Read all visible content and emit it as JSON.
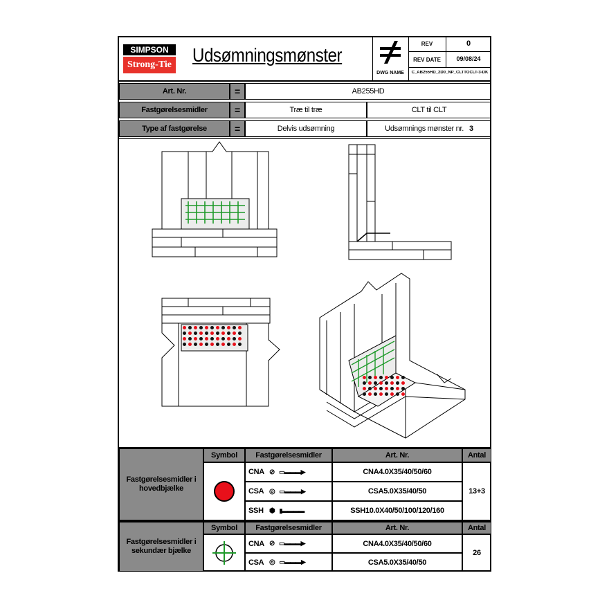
{
  "header": {
    "brand_top": "SIMPSON",
    "brand_bottom": "Strong-Tie",
    "title": "Udsømningsmønster",
    "rev_label": "REV",
    "rev_value": "0",
    "rev_date_label": "REV DATE",
    "rev_date_value": "09/08/24",
    "dwg_name_label": "DWG NAME",
    "dwg_name_value": "C_AB255HD_2D0_NP_CLTTOCLT-3-DK"
  },
  "info": {
    "art_nr_label": "Art. Nr.",
    "art_nr_value": "AB255HD",
    "fasteners_label": "Fastgørelsesmidler",
    "wood_to_wood": "Træ til træ",
    "clt_to_clt": "CLT til CLT",
    "type_label": "Type af fastgørelse",
    "partial_nailing": "Delvis udsømning",
    "pattern_label": "Udsømnings mønster nr.",
    "pattern_nr": "3",
    "eq": "="
  },
  "table": {
    "symbol_header": "Symbol",
    "fasteners_header": "Fastgørelsesmidler",
    "art_nr_header": "Art. Nr.",
    "count_header": "Antal",
    "main_beam_label": "Fastgørelsesmidler i hovedbjælke",
    "main_beam_rows": [
      {
        "code": "CNA",
        "art": "CNA4.0X35/40/50/60"
      },
      {
        "code": "CSA",
        "art": "CSA5.0X35/40/50"
      },
      {
        "code": "SSH",
        "art": "SSH10.0X40/50/100/120/160"
      }
    ],
    "main_beam_count": "13+3",
    "secondary_beam_label": "Fastgørelsesmidler i sekundær bjælke",
    "secondary_beam_rows": [
      {
        "code": "CNA",
        "art": "CNA4.0X35/40/50/60"
      },
      {
        "code": "CSA",
        "art": "CSA5.0X35/40/50"
      }
    ],
    "secondary_beam_count": "26"
  },
  "colors": {
    "main_nail": "#e8101a",
    "secondary_nail": "#1e9a2a",
    "brand_red": "#e8322b",
    "header_grey": "#8a8a8a"
  }
}
